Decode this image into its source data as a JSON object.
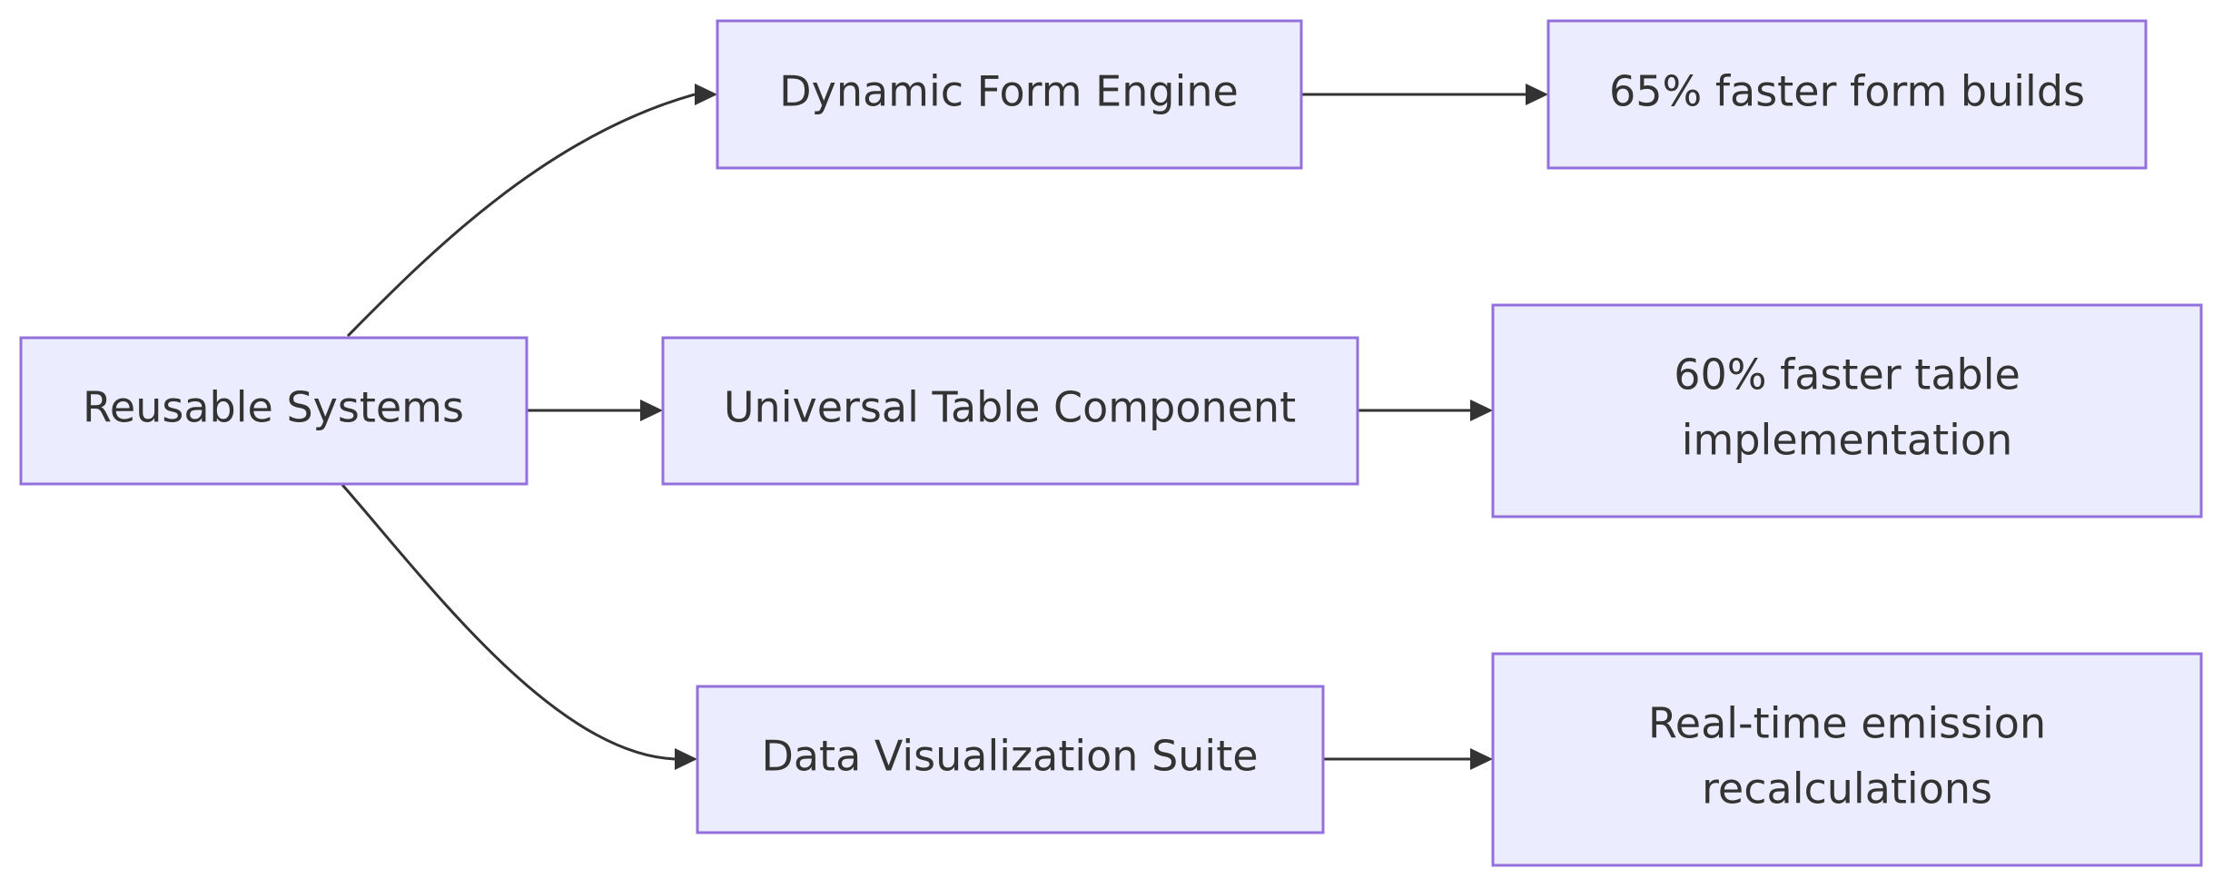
{
  "diagram": {
    "type": "flowchart",
    "direction": "left-to-right",
    "colors": {
      "node_fill": "#ececff",
      "node_border": "#9370db",
      "edge": "#333333",
      "text": "#333333"
    },
    "nodes": {
      "reusable": {
        "lines": [
          "Reusable Systems"
        ]
      },
      "form_engine": {
        "lines": [
          "Dynamic Form Engine"
        ]
      },
      "table_component": {
        "lines": [
          "Universal Table Component"
        ]
      },
      "dataviz_suite": {
        "lines": [
          "Data Visualization Suite"
        ]
      },
      "form_result": {
        "lines": [
          "65% faster form builds"
        ]
      },
      "table_result": {
        "lines": [
          "60% faster table",
          "implementation"
        ]
      },
      "dataviz_result": {
        "lines": [
          "Real-time emission",
          "recalculations"
        ]
      }
    },
    "edges": [
      {
        "from": "reusable",
        "to": "form_engine"
      },
      {
        "from": "reusable",
        "to": "table_component"
      },
      {
        "from": "reusable",
        "to": "dataviz_suite"
      },
      {
        "from": "form_engine",
        "to": "form_result"
      },
      {
        "from": "table_component",
        "to": "table_result"
      },
      {
        "from": "dataviz_suite",
        "to": "dataviz_result"
      }
    ]
  }
}
